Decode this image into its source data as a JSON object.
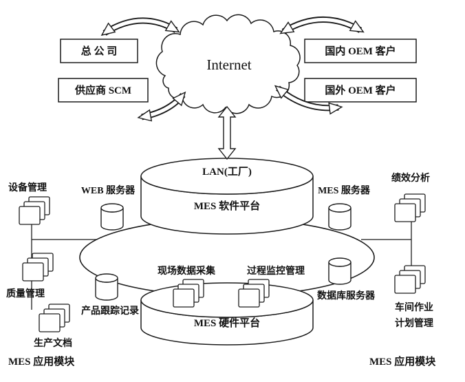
{
  "cloud": {
    "label": "Internet"
  },
  "boxes": {
    "head_office": "总 公 司",
    "supplier_scm": "供应商 SCM",
    "domestic_oem": "国内 OEM 客户",
    "foreign_oem": "国外 OEM 客户"
  },
  "platform": {
    "lan": "LAN(工厂)",
    "software": "MES 软件平台",
    "hardware": "MES 硬件平台"
  },
  "servers": {
    "web": "WEB 服务器",
    "mes": "MES 服务器",
    "database": "数据库服务器",
    "tracking": "产品跟踪记录"
  },
  "functions": {
    "field_data": "现场数据采集",
    "process_monitoring": "过程监控管理"
  },
  "modules": {
    "equipment": "设备管理",
    "quality": "质量管理",
    "production_docs": "生产文档",
    "performance": "绩效分析",
    "workshop_line1": "车间作业",
    "workshop_line2": "计划管理"
  },
  "footer": {
    "left": "MES 应用模块",
    "right": "MES 应用模块"
  },
  "colors": {
    "stroke": "#1a1a1a",
    "background": "#ffffff"
  }
}
